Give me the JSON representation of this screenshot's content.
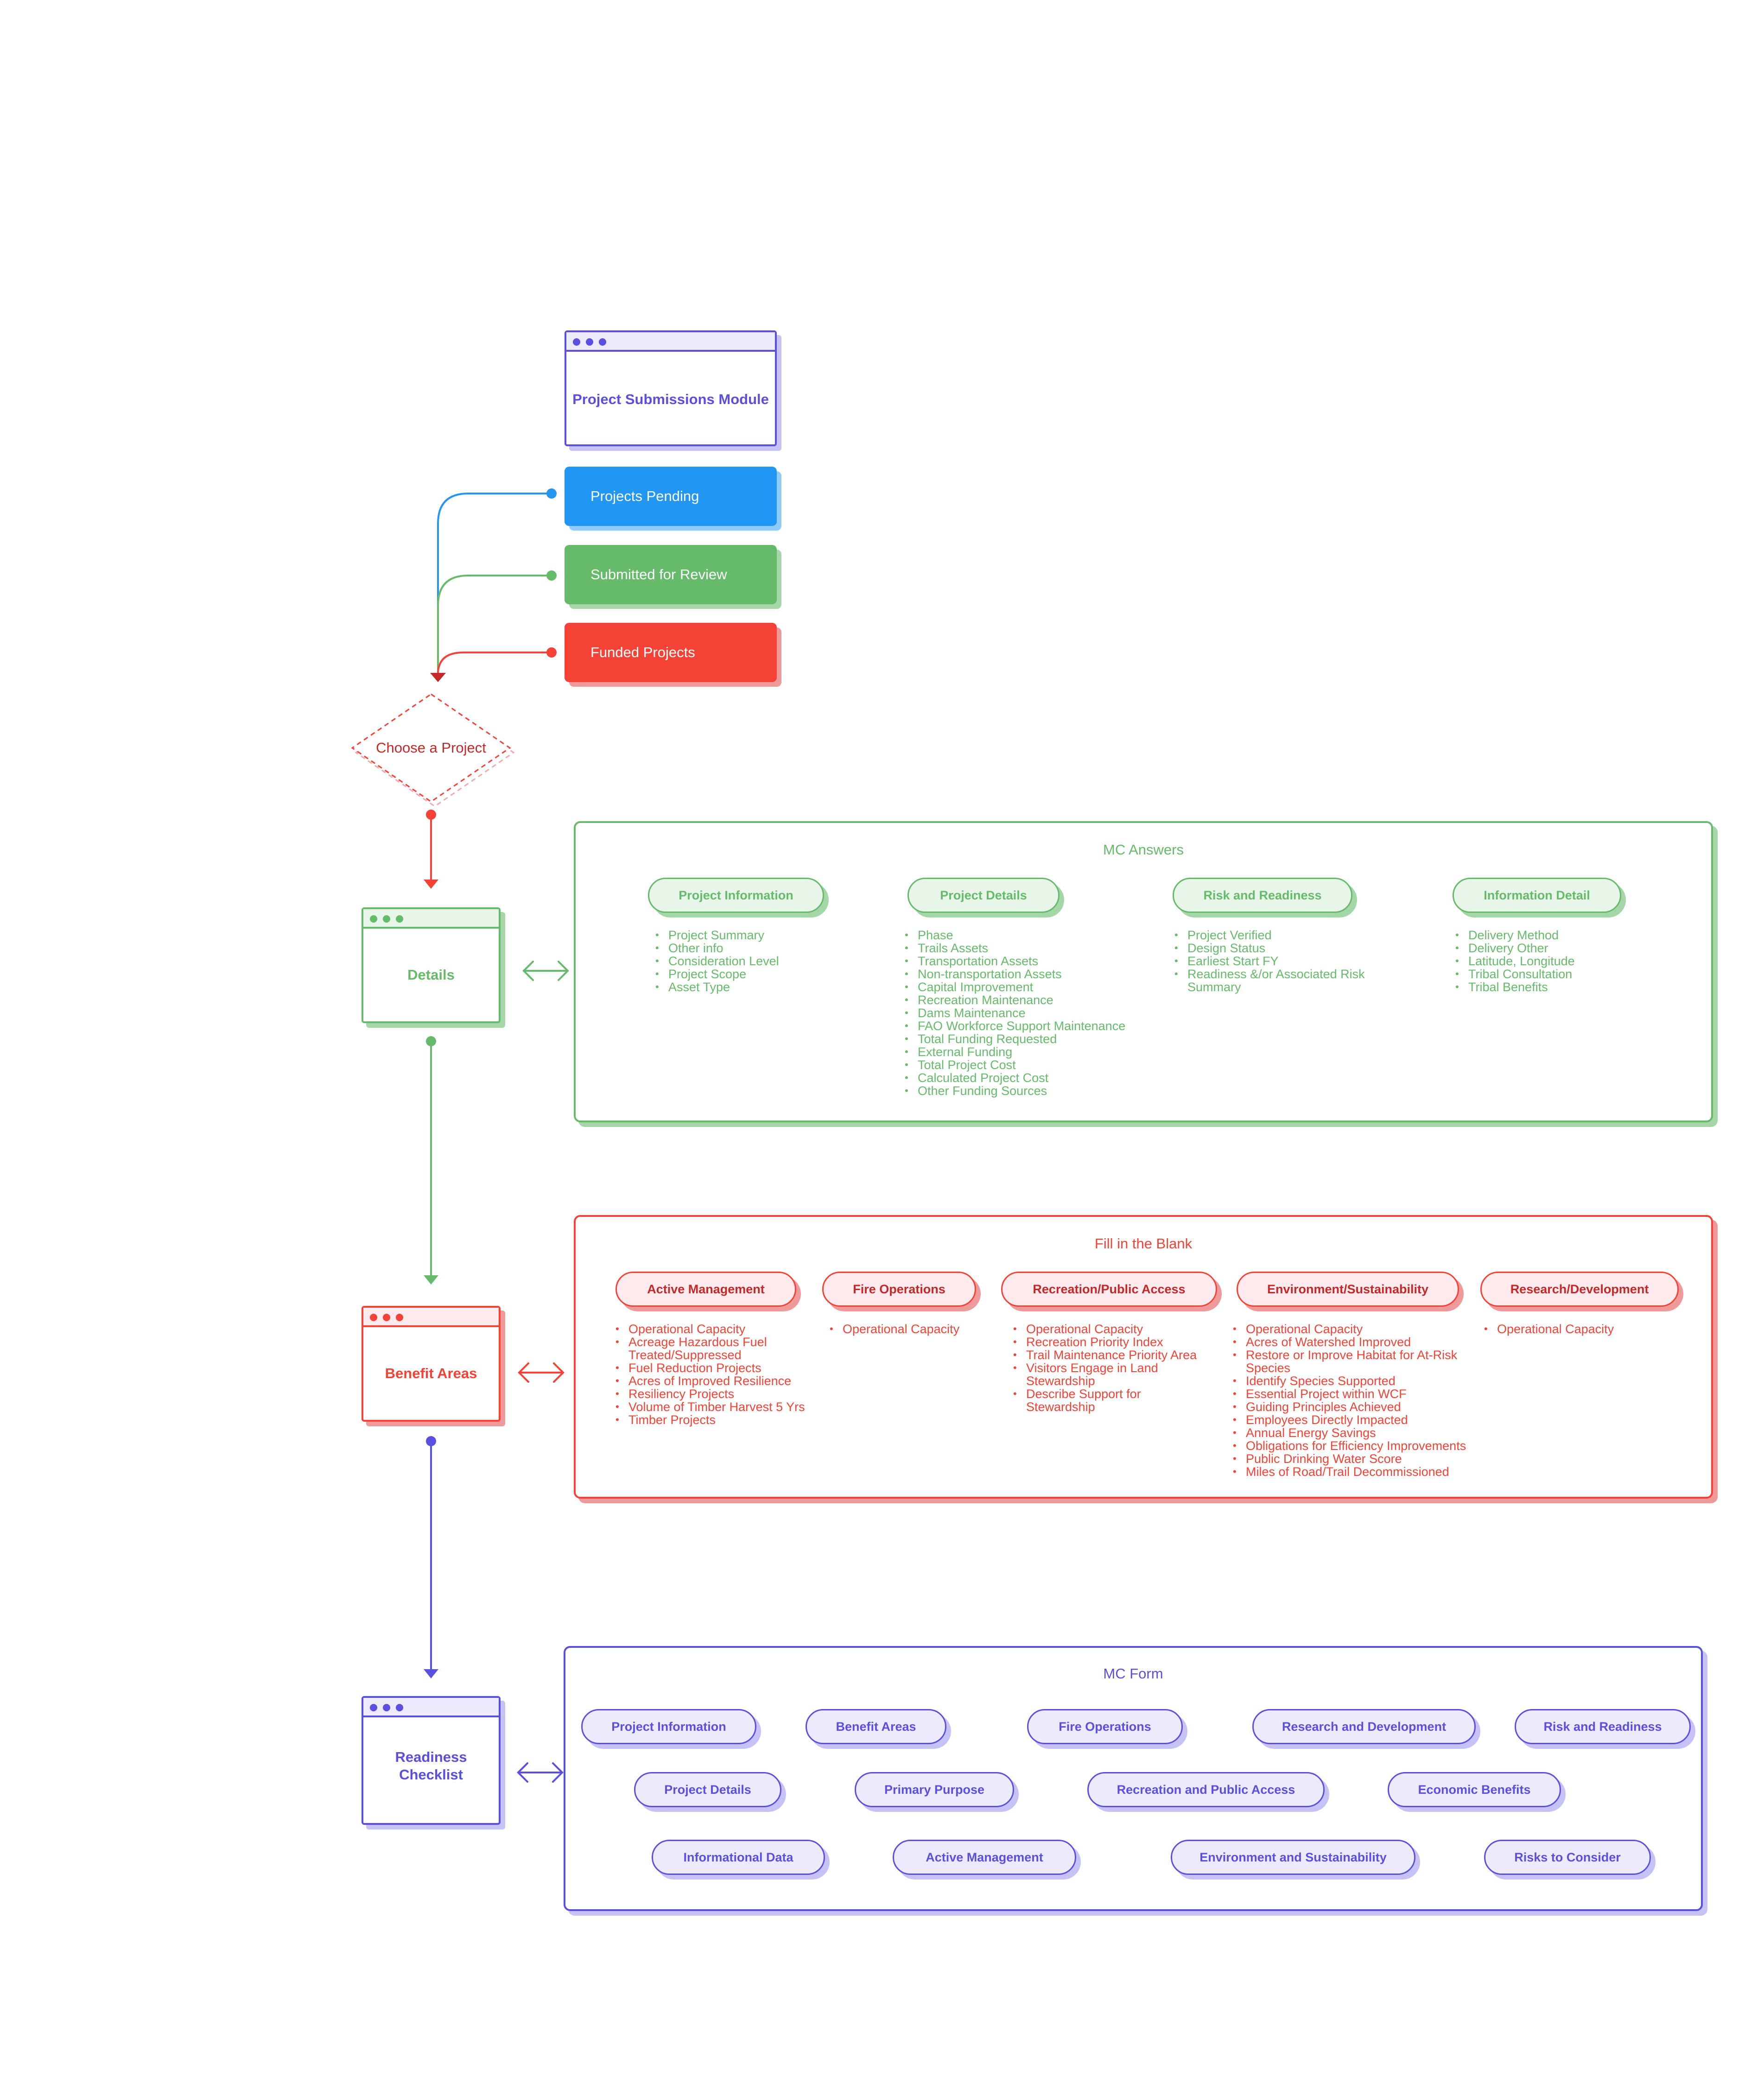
{
  "colors": {
    "blue": "#2196f3",
    "green": "#66bb6a",
    "red": "#f44336",
    "darkred": "#d32f2f",
    "purple": "#5b4fe0"
  },
  "module": {
    "title": "Project Submissions Module"
  },
  "statuses": [
    {
      "label": "Projects Pending",
      "color": "#2196f3"
    },
    {
      "label": "Submitted for Review",
      "color": "#66bb6a"
    },
    {
      "label": "Funded Projects",
      "color": "#f44336"
    }
  ],
  "decision": {
    "label": "Choose a Project"
  },
  "details_window": {
    "label": "Details"
  },
  "benefit_window": {
    "label": "Benefit Areas"
  },
  "readiness_window": {
    "label_line1": "Readiness",
    "label_line2": "Checklist"
  },
  "mc_answers": {
    "title": "MC Answers",
    "groups": [
      {
        "title": "Project Information",
        "items": [
          "Project Summary",
          "Other info",
          "Consideration Level",
          "Project Scope",
          "Asset Type"
        ]
      },
      {
        "title": "Project Details",
        "items": [
          "Phase",
          "Trails Assets",
          "Transportation Assets",
          "Non-transportation Assets",
          "Capital Improvement",
          "Recreation Maintenance",
          "Dams Maintenance",
          "FAO Workforce Support Maintenance",
          "Total Funding Requested",
          "External Funding",
          "Total Project Cost",
          "Calculated Project Cost",
          "Other Funding Sources"
        ]
      },
      {
        "title": "Risk and Readiness",
        "items": [
          "Project Verified",
          "Design Status",
          "Earliest Start FY",
          "Readiness &/or Associated Risk Summary"
        ]
      },
      {
        "title": "Information Detail",
        "items": [
          "Delivery Method",
          "Delivery Other",
          "Latitude, Longitude",
          "Tribal Consultation",
          "Tribal Benefits"
        ]
      }
    ]
  },
  "fill_blank": {
    "title": "Fill in the Blank",
    "groups": [
      {
        "title": "Active Management",
        "items": [
          "Operational Capacity",
          "Acreage Hazardous Fuel Treated/Suppressed",
          "Fuel Reduction Projects",
          "Acres of Improved Resilience",
          "Resiliency Projects",
          "Volume of Timber Harvest 5 Yrs",
          "Timber Projects"
        ]
      },
      {
        "title": "Fire Operations",
        "items": [
          "Operational Capacity"
        ]
      },
      {
        "title": "Recreation/Public Access",
        "items": [
          "Operational Capacity",
          "Recreation Priority Index",
          "Trail Maintenance Priority Area",
          "Visitors Engage in Land Stewardship",
          "Describe Support for Stewardship"
        ]
      },
      {
        "title": "Environment/Sustainability",
        "items": [
          "Operational Capacity",
          "Acres of Watershed Improved",
          "Restore or Improve Habitat for At-Risk Species",
          "Identify Species Supported",
          "Essential Project within WCF",
          "Guiding Principles Achieved",
          "Employees Directly Impacted",
          "Annual Energy Savings",
          "Obligations for Efficiency Improvements",
          "Public Drinking Water Score",
          "Miles of Road/Trail Decommissioned"
        ]
      },
      {
        "title": "Research/Development",
        "items": [
          "Operational Capacity"
        ]
      }
    ]
  },
  "mc_form": {
    "title": "MC Form",
    "rows": [
      [
        "Project Information",
        "Benefit Areas",
        "Fire Operations",
        "Research and Development",
        "Risk and Readiness"
      ],
      [
        "Project Details",
        "Primary Purpose",
        "Recreation and Public Access",
        "Economic Benefits"
      ],
      [
        "Informational Data",
        "Active Management",
        "Environment and Sustainability",
        "Risks to Consider"
      ]
    ]
  }
}
